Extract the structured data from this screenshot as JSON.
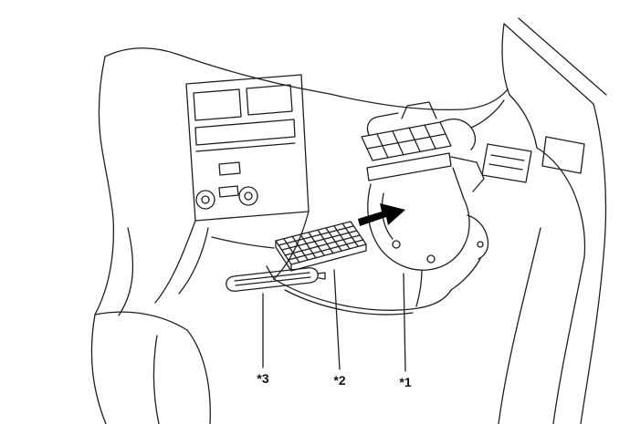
{
  "figure": {
    "callouts": [
      {
        "text": "*1"
      },
      {
        "text": "*2"
      },
      {
        "text": "*3"
      }
    ],
    "colors": {
      "line": "#1f1f1f",
      "background": "#ffffff",
      "arrow_fill": "#000000"
    }
  }
}
